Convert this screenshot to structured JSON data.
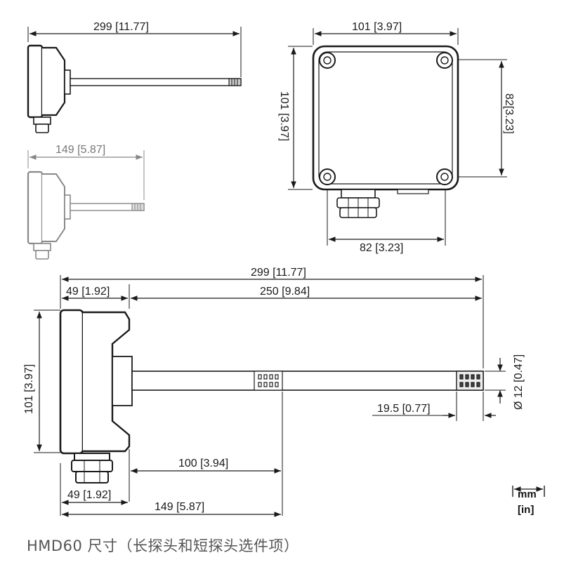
{
  "caption": "HMD60 尺寸（长探头和短探头选件项）",
  "units": {
    "primary": "mm",
    "secondary": "[in]"
  },
  "dimensions": {
    "long_probe_length": "299 [11.77]",
    "short_probe_length": "149 [5.87]",
    "box_width": "101 [3.97]",
    "box_height": "101 [3.97]",
    "hole_spacing_vertical": "82[3.23]",
    "hole_spacing_horizontal": "82 [3.23]",
    "side_total_length": "299 [11.77]",
    "side_body_depth": "49 [1.92]",
    "side_probe_length": "250 [9.84]",
    "side_height": "101 [3.97]",
    "probe_diameter": "Ø 12 [0.47]",
    "filter_length": "19.5 [0.77]",
    "short_sensor_offset": "100 [3.94]",
    "bottom_body_depth": "49 [1.92]",
    "bottom_short_length": "149 [5.87]"
  },
  "colors": {
    "line": "#1a1a1a",
    "gray": "#888888",
    "body_fill": "#ffffff"
  }
}
